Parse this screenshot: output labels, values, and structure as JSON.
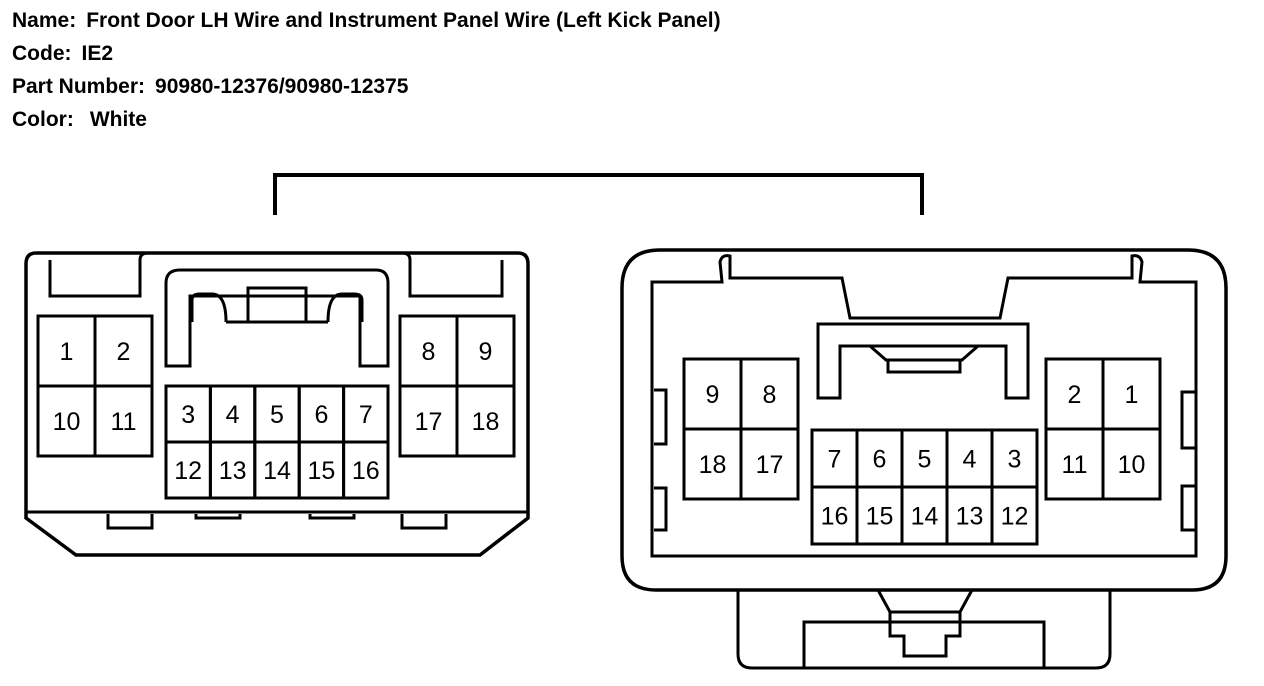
{
  "info": {
    "name_label": "Name:",
    "name_value": "Front Door LH Wire and Instrument Panel Wire (Left Kick Panel)",
    "code_label": "Code:",
    "code_value": "IE2",
    "part_label": "Part Number:",
    "part_value": "90980-12376/90980-12375",
    "color_label": "Color:",
    "color_value": "White"
  },
  "connector_left": {
    "pins_left_block": [
      "1",
      "2",
      "10",
      "11"
    ],
    "pins_center_top": [
      "3",
      "4",
      "5",
      "6",
      "7"
    ],
    "pins_center_bottom": [
      "12",
      "13",
      "14",
      "15",
      "16"
    ],
    "pins_right_block": [
      "8",
      "9",
      "17",
      "18"
    ]
  },
  "connector_right": {
    "pins_left_block": [
      "9",
      "8",
      "18",
      "17"
    ],
    "pins_center_top": [
      "7",
      "6",
      "5",
      "4",
      "3"
    ],
    "pins_center_bottom": [
      "16",
      "15",
      "14",
      "13",
      "12"
    ],
    "pins_right_block": [
      "2",
      "1",
      "11",
      "10"
    ]
  },
  "colors": {
    "line": "#000000",
    "background": "#ffffff"
  }
}
